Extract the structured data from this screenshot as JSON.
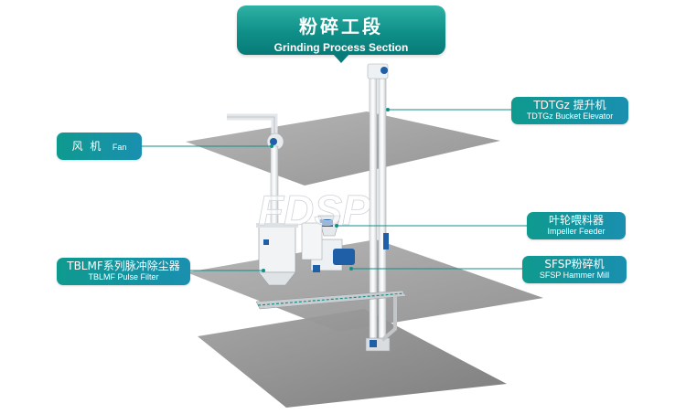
{
  "title": {
    "cn": "粉碎工段",
    "en": "Grinding Process Section"
  },
  "watermark": "FDSP",
  "labels": {
    "elevator": {
      "cn": "TDTGz 提升机",
      "en": "TDTGz Bucket Elevator"
    },
    "fan": {
      "cn": "风 机",
      "en": "Fan"
    },
    "feeder": {
      "cn": "叶轮喂料器",
      "en": "Impeller Feeder"
    },
    "mill": {
      "cn": "SFSP粉碎机",
      "en": "SFSP Hammer Mill"
    },
    "filter": {
      "cn": "TBLMF系列脉冲除尘器",
      "en": "TBLMF Pulse Filter"
    }
  },
  "colors": {
    "accent": "#0f8f88",
    "label_start": "#0f9a8f",
    "label_end": "#1a8fb0",
    "floor": "#9a9a9a",
    "equipment_blue": "#1f5fa8"
  }
}
